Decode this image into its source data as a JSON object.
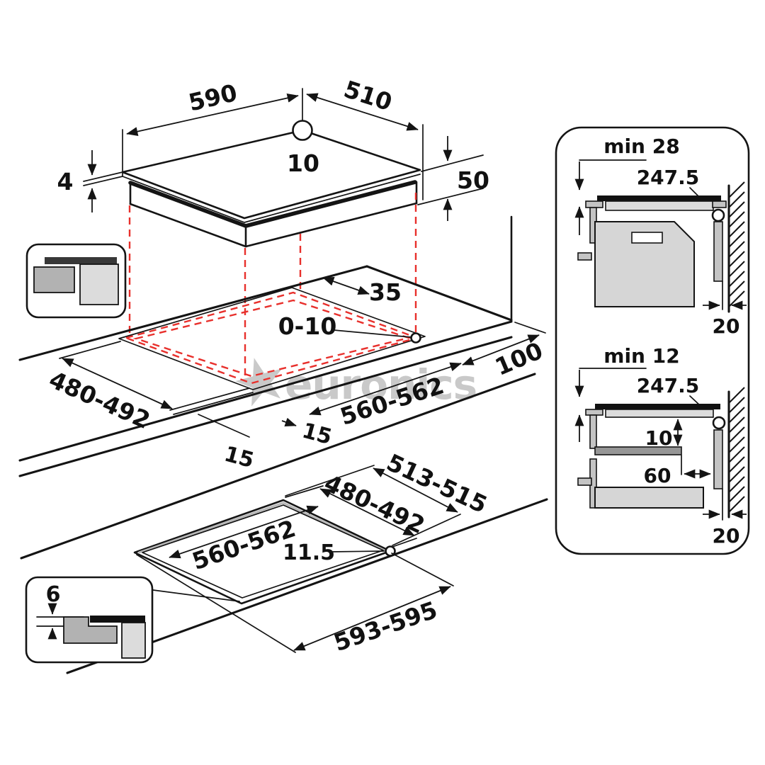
{
  "top_view": {
    "width": "590",
    "depth": "510",
    "hole_dia": "10",
    "glass_thickness": "4",
    "body_height": "50"
  },
  "counter_view": {
    "rear_gap": "35",
    "edge_reveal": "0-10",
    "cutout_depth": "480-492",
    "gap_left": "15",
    "gap_front": "15",
    "cutout_width": "560-562",
    "front_clearance": "100"
  },
  "flush_view": {
    "outer_depth": "513-515",
    "cutout_depth": "480-492",
    "cutout_width": "560-562",
    "corner_radius": "11.5",
    "outer_width": "593-595"
  },
  "flush_inset": {
    "rebate_depth": "6"
  },
  "detail_top": {
    "min_clearance": "min 28",
    "connector_pos": "247.5",
    "wall_gap": "20"
  },
  "detail_bottom": {
    "min_clearance": "min 12",
    "connector_pos": "247.5",
    "shelf_gap": "10",
    "shelf_offset": "60",
    "wall_gap": "20"
  },
  "watermark": {
    "name": "euronics"
  },
  "colors": {
    "line": "#141414",
    "dashed": "#e8302c",
    "watermark": "#c9c9c9",
    "gray_dark": "#383838",
    "gray_mid": "#b2b2b2",
    "gray_light": "#dcdcdc"
  }
}
